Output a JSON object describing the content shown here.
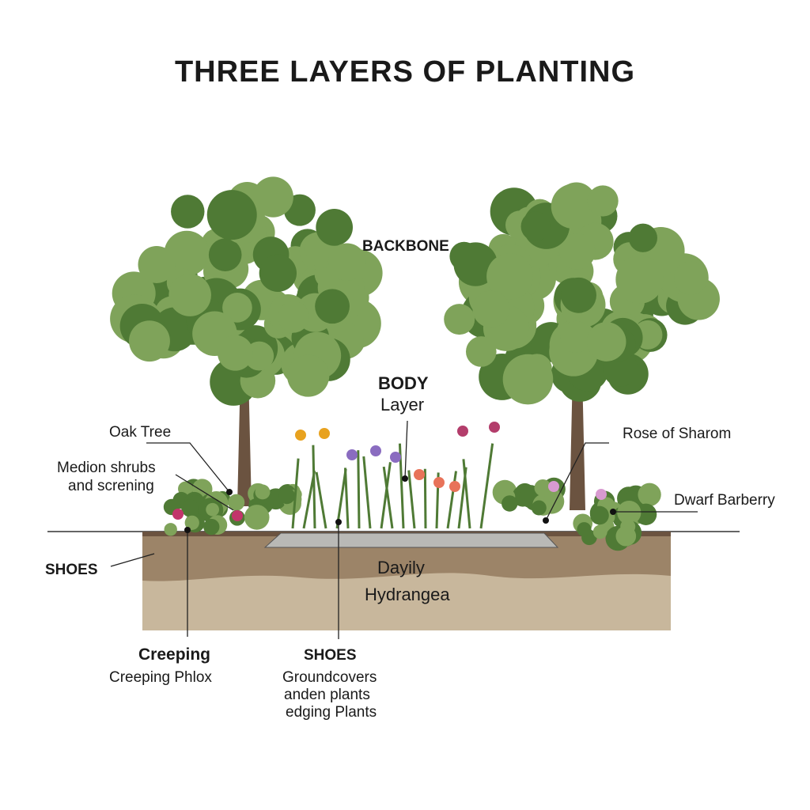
{
  "title": "THREE LAYERS OF PLANTING",
  "labels": {
    "backbone": "BACKBONE",
    "body_title": "BODY",
    "body_sub": "Layer",
    "oak_tree": "Oak Tree",
    "medion_1": "Medion shrubs",
    "medion_2": "and screning",
    "rose_of_sharom": "Rose of Sharom",
    "dwarf_barberry": "Dwarf Barberry",
    "shoes_left": "SHOES",
    "soil_1": "Dayily",
    "soil_2": "Hydrangea",
    "creeping_title": "Creeping",
    "creeping_sub": "Creeping Phlox",
    "shoes_bottom_title": "SHOES",
    "shoes_bottom_1": "Groundcovers",
    "shoes_bottom_2": "anden plants",
    "shoes_bottom_3": "edging Plants"
  },
  "colors": {
    "foliage": "#7fa35a",
    "foliage_dark": "#4f7a35",
    "trunk": "#6b5340",
    "soil_top": "#9c8468",
    "soil_bottom": "#c8b79c",
    "stone": "#b9b9b6"
  }
}
